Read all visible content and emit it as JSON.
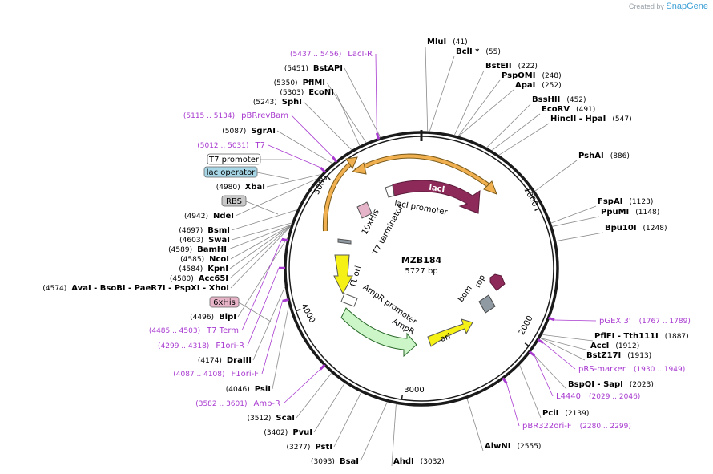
{
  "brand": {
    "prefix": "Created by",
    "name": "SnapGene"
  },
  "plasmid": {
    "name": "MZB184",
    "length_label": "5727 bp",
    "length": 5727
  },
  "ticks": [
    {
      "label": "1000"
    },
    {
      "label": "2000"
    },
    {
      "label": "3000"
    },
    {
      "label": "4000"
    },
    {
      "label": "5000"
    }
  ],
  "features": [
    {
      "name": "lacI",
      "label": "lacI",
      "color": "#8e2a5a"
    },
    {
      "name": "lacI-promoter",
      "label": "lacI promoter",
      "color": "#ffffff"
    },
    {
      "name": "rop",
      "label": "rop",
      "color": "#8e2a5a"
    },
    {
      "name": "bom",
      "label": "bom",
      "color": "#8f9aa3"
    },
    {
      "name": "ori",
      "label": "ori",
      "color": "#f5f016"
    },
    {
      "name": "AmpR",
      "label": "AmpR",
      "color": "#ccf5c8"
    },
    {
      "name": "AmpR-promoter",
      "label": "AmpR promoter",
      "color": "#ffffff"
    },
    {
      "name": "f1-ori",
      "label": "f1 ori",
      "color": "#f5f016"
    },
    {
      "name": "T7-terminator",
      "label": "T7 terminator",
      "color": "#8f9aa3"
    },
    {
      "name": "10xHis",
      "label": "10xHis",
      "color": "#e6b4c8"
    },
    {
      "name": "orange-upper",
      "label": "",
      "color": "#f0b050"
    },
    {
      "name": "orange-left",
      "label": "",
      "color": "#f0b050"
    }
  ],
  "sites_right": [
    {
      "enzyme": "MluI",
      "pos": "(41)"
    },
    {
      "enzyme": "BclI *",
      "pos": "(55)"
    },
    {
      "enzyme": "BstEII",
      "pos": "(222)"
    },
    {
      "enzyme": "PspOMI",
      "pos": "(248)"
    },
    {
      "enzyme": "ApaI",
      "pos": "(252)"
    },
    {
      "enzyme": "BssHII",
      "pos": "(452)"
    },
    {
      "enzyme": "EcoRV",
      "pos": "(491)"
    },
    {
      "enzyme": "HincII - HpaI",
      "pos": "(547)"
    },
    {
      "enzyme": "PshAI",
      "pos": "(886)"
    },
    {
      "enzyme": "FspAI",
      "pos": "(1123)"
    },
    {
      "enzyme": "PpuMI",
      "pos": "(1148)"
    },
    {
      "enzyme": "Bpu10I",
      "pos": "(1248)"
    },
    {
      "enzyme": "PflFI - Tth111I",
      "pos": "(1887)"
    },
    {
      "enzyme": "AccI",
      "pos": "(1912)"
    },
    {
      "enzyme": "BstZ17I",
      "pos": "(1913)"
    },
    {
      "enzyme": "BspQI - SapI",
      "pos": "(2023)"
    },
    {
      "enzyme": "PciI",
      "pos": "(2139)"
    },
    {
      "enzyme": "AlwNI",
      "pos": "(2555)"
    },
    {
      "enzyme": "AhdI",
      "pos": "(3032)"
    }
  ],
  "sites_left": [
    {
      "enzyme": "BstAPI",
      "pos": "(5451)"
    },
    {
      "enzyme": "PflMI",
      "pos": "(5350)"
    },
    {
      "enzyme": "EcoNI",
      "pos": "(5303)"
    },
    {
      "enzyme": "SphI",
      "pos": "(5243)"
    },
    {
      "enzyme": "SgrAI",
      "pos": "(5087)"
    },
    {
      "enzyme": "XbaI",
      "pos": "(4980)"
    },
    {
      "enzyme": "NdeI",
      "pos": "(4942)"
    },
    {
      "enzyme": "BsmI",
      "pos": "(4697)"
    },
    {
      "enzyme": "SwaI",
      "pos": "(4603)"
    },
    {
      "enzyme": "BamHI",
      "pos": "(4589)"
    },
    {
      "enzyme": "NcoI",
      "pos": "(4585)"
    },
    {
      "enzyme": "KpnI",
      "pos": "(4584)"
    },
    {
      "enzyme": "Acc65I",
      "pos": "(4580)"
    },
    {
      "enzyme": "AvaI - BsoBI - PaeR7I - PspXI - XhoI",
      "pos": "(4574)"
    },
    {
      "enzyme": "BlpI",
      "pos": "(4496)"
    },
    {
      "enzyme": "DraIII",
      "pos": "(4174)"
    },
    {
      "enzyme": "PsiI",
      "pos": "(4046)"
    },
    {
      "enzyme": "ScaI",
      "pos": "(3512)"
    },
    {
      "enzyme": "PvuI",
      "pos": "(3402)"
    },
    {
      "enzyme": "PstI",
      "pos": "(3277)"
    },
    {
      "enzyme": "BsaI",
      "pos": "(3093)"
    }
  ],
  "primers": [
    {
      "name": "LacI-R",
      "range": "(5437 .. 5456)"
    },
    {
      "name": "pBRrevBam",
      "range": "(5115 .. 5134)"
    },
    {
      "name": "T7",
      "range": "(5012 .. 5031)"
    },
    {
      "name": "T7 Term",
      "range": "(4485 .. 4503)"
    },
    {
      "name": "F1ori-R",
      "range": "(4299 .. 4318)"
    },
    {
      "name": "F1ori-F",
      "range": "(4087 .. 4108)"
    },
    {
      "name": "Amp-R",
      "range": "(3582 .. 3601)"
    },
    {
      "name": "pGEX 3'",
      "range": "(1767 .. 1789)"
    },
    {
      "name": "pRS-marker",
      "range": "(1930 .. 1949)"
    },
    {
      "name": "L4440",
      "range": "(2029 .. 2046)"
    },
    {
      "name": "pBR322ori-F",
      "range": "(2280 .. 2299)"
    }
  ],
  "boxed_labels": [
    {
      "name": "T7 promoter",
      "fill": "#ffffff"
    },
    {
      "name": "lac operator",
      "fill": "#a8d8e8"
    },
    {
      "name": "RBS",
      "fill": "#c8c8c8"
    },
    {
      "name": "6xHis",
      "fill": "#e8b4c8"
    }
  ],
  "colors": {
    "site": "#000000",
    "primer": "#a83ad0",
    "line": "#8a8a8a",
    "ring": "#1a1a1a"
  }
}
